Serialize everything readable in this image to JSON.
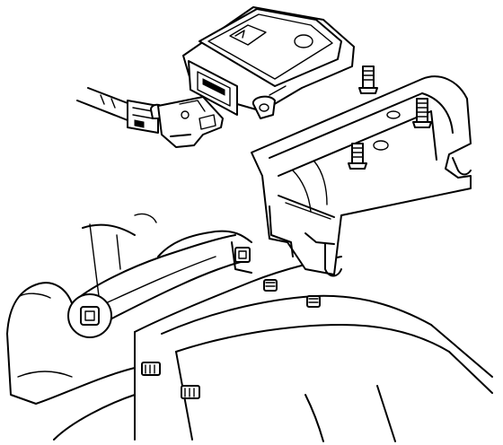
{
  "diagram": {
    "components": [
      {
        "id": "control-module",
        "icon": "airbag-control-module"
      },
      {
        "id": "harness-connector",
        "icon": "wiring-connector"
      },
      {
        "id": "mounting-bracket",
        "icon": "bracket"
      },
      {
        "id": "floor-tunnel",
        "icon": "vehicle-floor-pan"
      }
    ],
    "colors": {
      "stroke": "#000000",
      "background": "#ffffff"
    }
  }
}
